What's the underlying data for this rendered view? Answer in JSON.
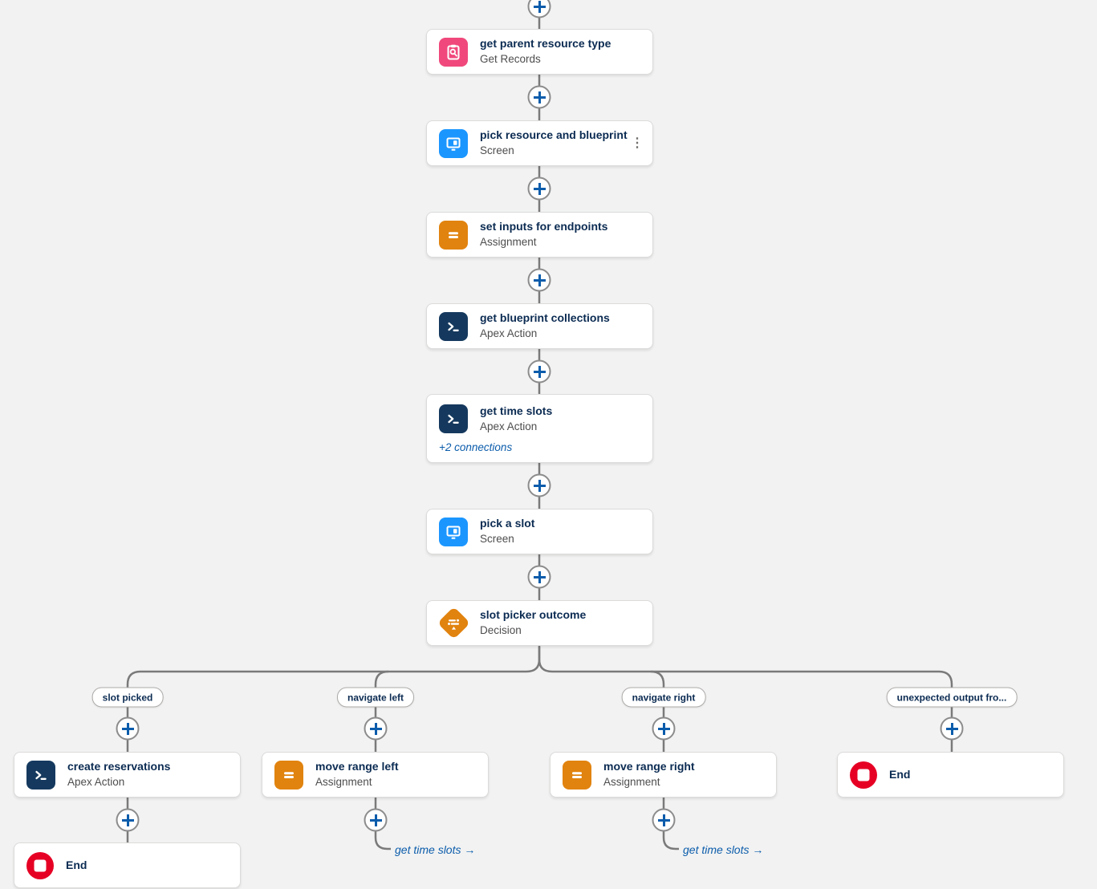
{
  "colors": {
    "canvas_bg": "#f2f2f2",
    "connector": "#7a7a7a",
    "plus_glyph": "#0b5cab",
    "link_text": "#0b5cab",
    "get_records_icon": "#f0487c",
    "screen_icon": "#1b96ff",
    "assignment_icon": "#e1830f",
    "apex_action_icon": "#15395e",
    "decision_icon": "#e1830f",
    "end_icon": "#e60024"
  },
  "flow": {
    "main_nodes": [
      {
        "title": "get parent resource type",
        "subtitle": "Get Records"
      },
      {
        "title": "pick resource and blueprint",
        "subtitle": "Screen"
      },
      {
        "title": "set inputs for endpoints",
        "subtitle": "Assignment"
      },
      {
        "title": "get blueprint collections",
        "subtitle": "Apex Action"
      },
      {
        "title": "get time slots",
        "subtitle": "Apex Action",
        "connections_link": "+2 connections"
      },
      {
        "title": "pick a slot",
        "subtitle": "Screen"
      },
      {
        "title": "slot picker outcome",
        "subtitle": "Decision"
      }
    ],
    "branches": [
      {
        "label": "slot picked",
        "node_title": "create reservations",
        "node_subtitle": "Apex Action",
        "end_label": "End"
      },
      {
        "label": "navigate left",
        "node_title": "move range left",
        "node_subtitle": "Assignment",
        "goto_label": "get time slots →"
      },
      {
        "label": "navigate right",
        "node_title": "move range right",
        "node_subtitle": "Assignment",
        "goto_label": "get time slots →"
      },
      {
        "label": "unexpected output fro...",
        "end_label": "End"
      }
    ],
    "icons": {
      "more_actions": "⋮"
    }
  }
}
